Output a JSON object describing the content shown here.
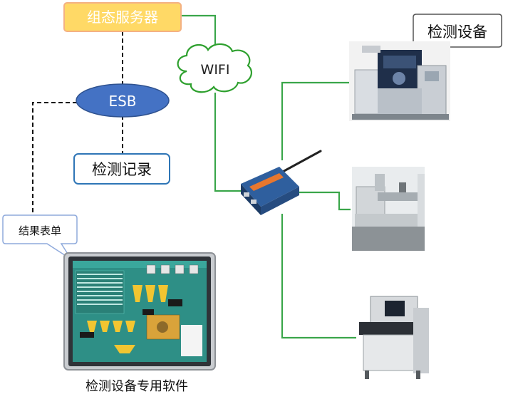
{
  "diagram": {
    "nodes": {
      "config_server": "组态服务器",
      "esb": "ESB",
      "wifi": "WIFI",
      "inspection_record": "检测记录",
      "result_sheet": "结果表单",
      "inspection_device_callout": "检测设备",
      "software_caption": "检测设备专用软件"
    }
  },
  "colors": {
    "server_fill": "#ffd966",
    "server_stroke": "#f4b183",
    "esb_fill": "#4472c4",
    "record_stroke": "#2e75b6",
    "wifi_stroke": "#2ea02e",
    "link_green": "#3aa64a",
    "dashed_link": "#111111",
    "router_fill": "#2f5f9e",
    "router_accent": "#e8772e"
  }
}
